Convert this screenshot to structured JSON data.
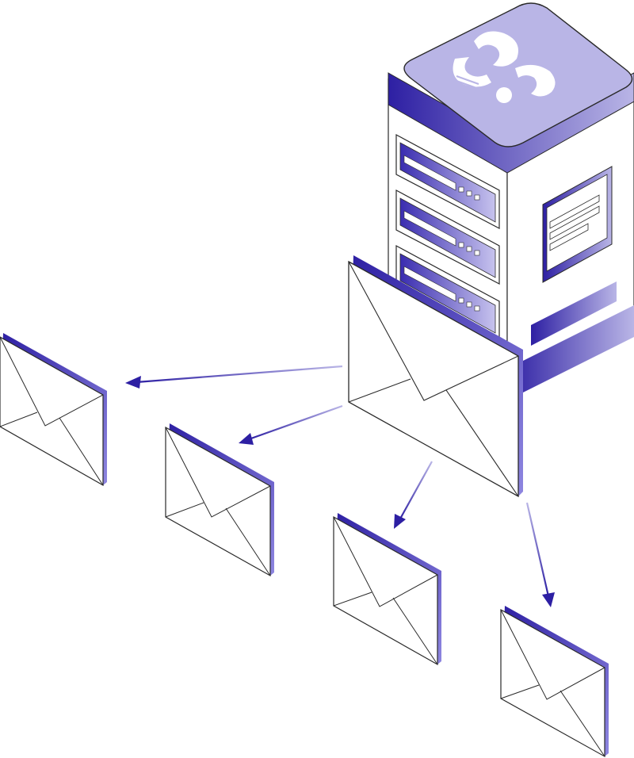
{
  "colors": {
    "primary": "#2d1fa3",
    "light": "#b9b5e6",
    "mid": "#7f76d6",
    "outline": "#2a2a2a",
    "background": "#ffffff"
  },
  "server": {
    "icon": "server-icon",
    "logo": "brand-logo",
    "rack_units": 3,
    "indicator_lights_per_unit": 3
  },
  "envelopes": {
    "icon": "envelope-icon",
    "source_count": 1,
    "recipient_count": 4
  },
  "arrows": {
    "icon": "arrow-icon",
    "count": 4
  }
}
